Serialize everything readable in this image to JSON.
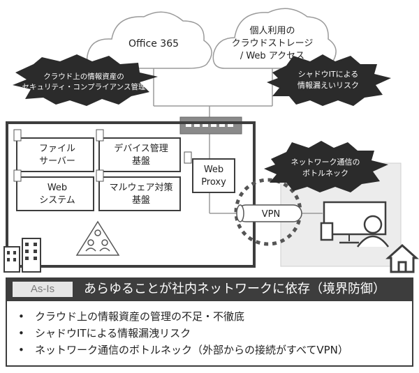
{
  "clouds": {
    "office365": "Office 365",
    "personal_cloud": [
      "個人利用の",
      "クラウドストレージ",
      "/ Web アクセス"
    ]
  },
  "callouts": {
    "cloud_security": [
      "クラウド上の情報資産の",
      "セキュリティ・コンプライアンス管理"
    ],
    "shadow_it": [
      "シャドウITによる",
      "情報漏えいリスク"
    ],
    "network_bottleneck": [
      "ネットワーク通信の",
      "ボトルネック"
    ]
  },
  "servers": {
    "file_server": [
      "ファイル",
      "サーバー"
    ],
    "device_management": [
      "デバイス管理",
      "基盤"
    ],
    "web_system": [
      "Web",
      "システム"
    ],
    "malware_protection": [
      "マルウェア対策",
      "基盤"
    ],
    "web_proxy": [
      "Web",
      "Proxy"
    ]
  },
  "vpn_label": "VPN",
  "banner": {
    "badge": "As-Is",
    "title": "あらゆることが社内ネットワークに依存（境界防御）"
  },
  "points": [
    "クラウド上の情報資産の管理の不足・不徹底",
    "シャドウITによる情報漏洩リスク",
    "ネットワーク通信のボトルネック（外部からの接続がすべてVPN）"
  ],
  "colors": {
    "dark": "#3d3d3d",
    "home_bg": "#ececec",
    "line": "#9a9a9a"
  }
}
